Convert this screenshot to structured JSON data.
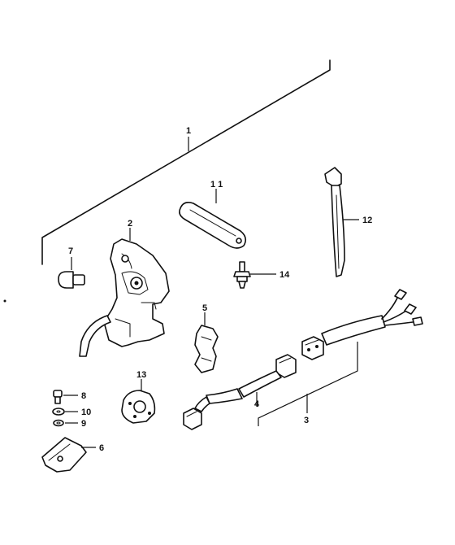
{
  "parts": [
    {
      "id": "p1",
      "label": "1"
    },
    {
      "id": "p2",
      "label": "2"
    },
    {
      "id": "p3",
      "label": "3"
    },
    {
      "id": "p4",
      "label": "4"
    },
    {
      "id": "p5",
      "label": "5"
    },
    {
      "id": "p6",
      "label": "6"
    },
    {
      "id": "p7",
      "label": "7"
    },
    {
      "id": "p8",
      "label": "8"
    },
    {
      "id": "p9",
      "label": "9"
    },
    {
      "id": "p10",
      "label": "10"
    },
    {
      "id": "p11",
      "label": "1 1"
    },
    {
      "id": "p12",
      "label": "12"
    },
    {
      "id": "p13",
      "label": "13"
    },
    {
      "id": "p14",
      "label": "14"
    }
  ]
}
